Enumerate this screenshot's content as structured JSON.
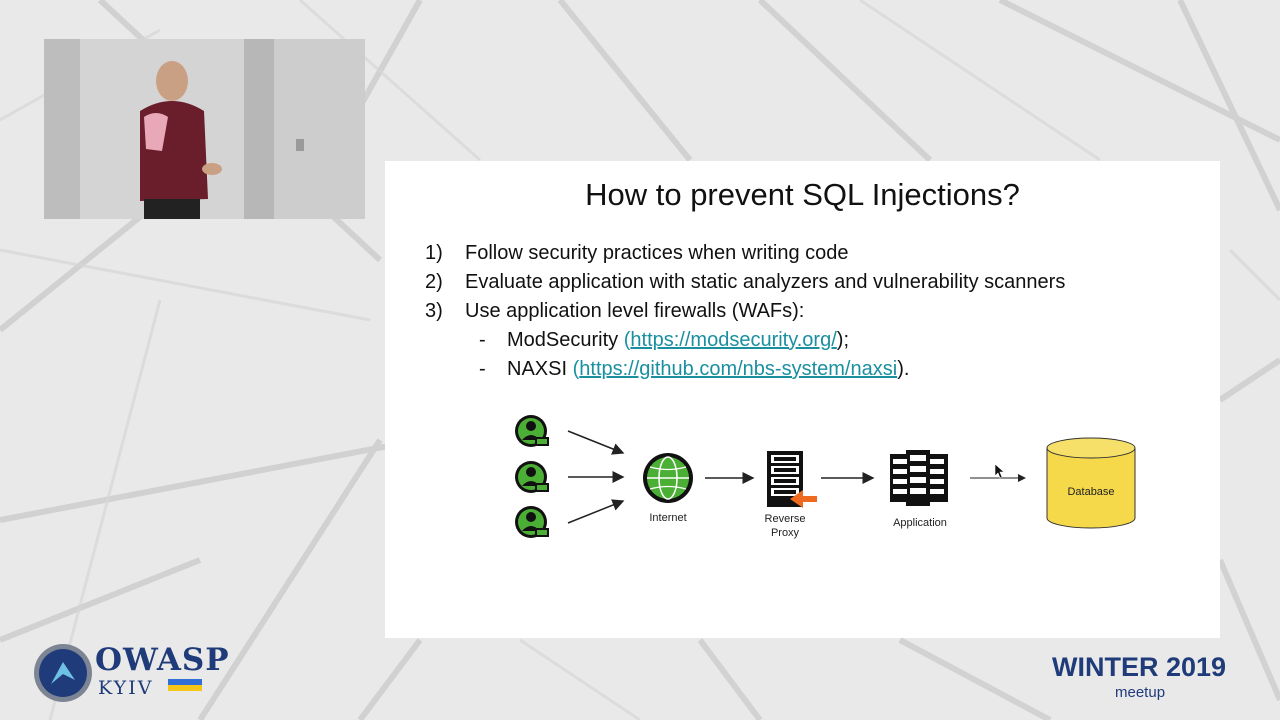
{
  "slide": {
    "title": "How to prevent SQL Injections?",
    "items": [
      {
        "num": "1)",
        "text": "Follow security practices when writing code"
      },
      {
        "num": "2)",
        "text": "Evaluate application with static analyzers and vulnerability scanners"
      },
      {
        "num": "3)",
        "text": "Use application level firewalls (WAFs):"
      }
    ],
    "subitems": [
      {
        "dash": "-",
        "name": "ModSecurity",
        "open": "(",
        "link": "https://modsecurity.org/",
        "close": ");"
      },
      {
        "dash": "-",
        "name": "NAXSI",
        "open": "(",
        "link": "https://github.com/nbs-system/naxsi",
        "close": ")."
      }
    ],
    "diagram": {
      "internet": "Internet",
      "reverse_proxy_line1": "Reverse",
      "reverse_proxy_line2": "Proxy",
      "application": "Application",
      "database": "Database"
    }
  },
  "branding": {
    "owasp": "OWASP",
    "city": "KYIV",
    "event": "WINTER 2019",
    "event_sub": "meetup"
  },
  "icons": [
    "user-icon",
    "globe-icon",
    "server-icon",
    "firewall-arrow-icon",
    "database-icon",
    "mouse-cursor-icon"
  ],
  "colors": {
    "accent_green": "#4caf35",
    "arrow_orange": "#ee6a1f",
    "db_yellow": "#f5d94a",
    "link_teal": "#1a8fa0",
    "brand_blue": "#1f3b7a"
  }
}
